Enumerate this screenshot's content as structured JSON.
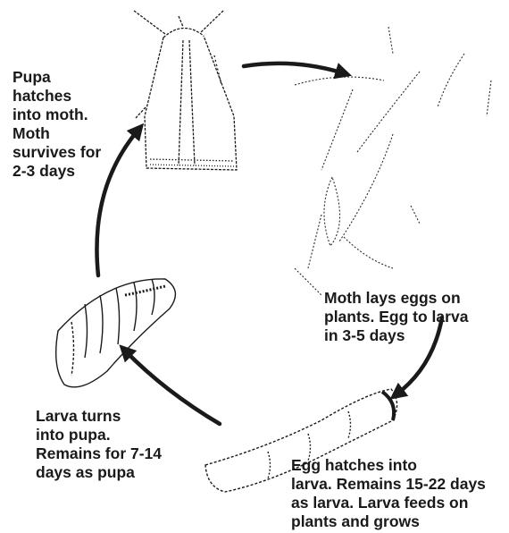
{
  "stages": {
    "moth": {
      "name": "Moth",
      "lines": [
        "Pupa",
        "hatches",
        "into moth.",
        "Moth",
        "survives for",
        "2-3 days"
      ]
    },
    "eggs": {
      "name": "Eggs",
      "lines": [
        "Moth lays eggs on",
        "plants. Egg to larva",
        "in 3-5 days"
      ]
    },
    "larva": {
      "name": "Larva",
      "lines": [
        "Egg hatches into",
        "larva. Remains 15-22 days",
        "as larva. Larva feeds on",
        "plants and grows"
      ]
    },
    "pupa": {
      "name": "Pupa",
      "lines": [
        "Larva turns",
        "into pupa.",
        "Remains for 7-14",
        "days as pupa"
      ]
    }
  },
  "colors": {
    "ink": "#1a1a1a",
    "background": "#ffffff"
  }
}
